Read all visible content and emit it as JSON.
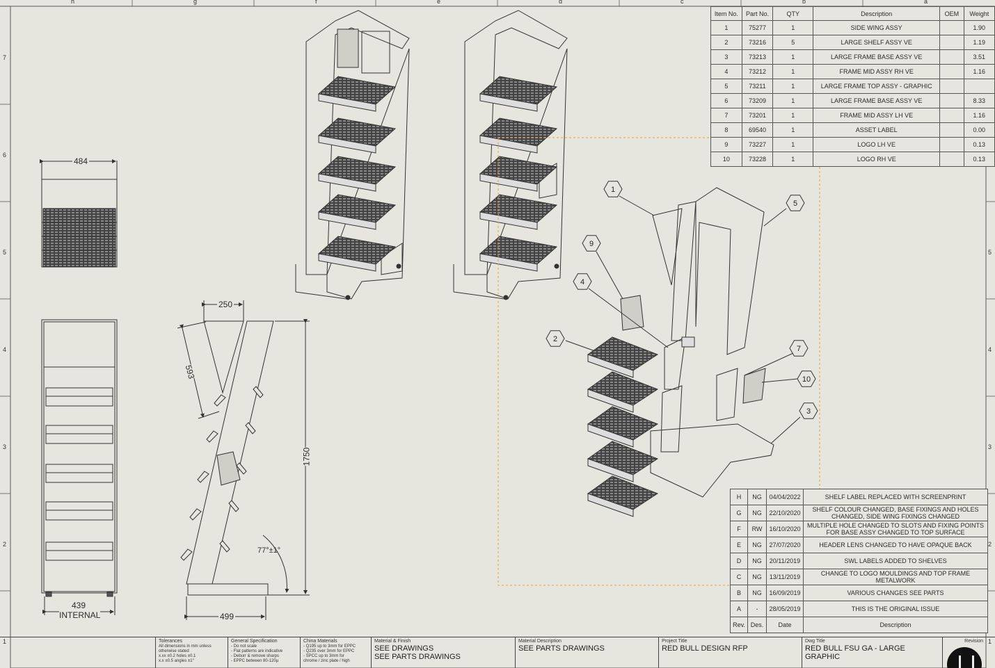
{
  "sheet": {
    "col_labels": [
      "h",
      "g",
      "f",
      "e",
      "d",
      "c",
      "b",
      "a"
    ],
    "row_labels": [
      "7",
      "6",
      "5",
      "4",
      "3",
      "2",
      "1"
    ]
  },
  "parts_table": {
    "headers": [
      "Item No.",
      "Part No.",
      "QTY",
      "Description",
      "OEM",
      "Weight"
    ],
    "rows": [
      [
        "1",
        "75277",
        "1",
        "SIDE WING ASSY",
        "",
        "1.90"
      ],
      [
        "2",
        "73216",
        "5",
        "LARGE SHELF ASSY VE",
        "",
        "1.19"
      ],
      [
        "3",
        "73213",
        "1",
        "LARGE FRAME BASE ASSY VE",
        "",
        "3.51"
      ],
      [
        "4",
        "73212",
        "1",
        "FRAME MID ASSY RH VE",
        "",
        "1.16"
      ],
      [
        "5",
        "73211",
        "1",
        "LARGE FRAME TOP ASSY - GRAPHIC",
        "",
        ""
      ],
      [
        "6",
        "73209",
        "1",
        "LARGE FRAME BASE ASSY VE",
        "",
        "8.33"
      ],
      [
        "7",
        "73201",
        "1",
        "FRAME MID ASSY LH VE",
        "",
        "1.16"
      ],
      [
        "8",
        "69540",
        "1",
        "ASSET LABEL",
        "",
        "0.00"
      ],
      [
        "9",
        "73227",
        "1",
        "LOGO LH VE",
        "",
        "0.13"
      ],
      [
        "10",
        "73228",
        "1",
        "LOGO RH VE",
        "",
        "0.13"
      ]
    ]
  },
  "revision_table": {
    "rows": [
      [
        "H",
        "NG",
        "04/04/2022",
        "SHELF LABEL REPLACED WITH SCREENPRINT"
      ],
      [
        "G",
        "NG",
        "22/10/2020",
        "SHELF COLOUR CHANGED, BASE FIXINGS AND HOLES CHANGED, SIDE WING FIXINGS CHANGED"
      ],
      [
        "F",
        "RW",
        "16/10/2020",
        "MULTIPLE HOLE CHANGED TO SLOTS AND FIXING POINTS FOR BASE ASSY CHANGED TO TOP SURFACE"
      ],
      [
        "E",
        "NG",
        "27/07/2020",
        "HEADER LENS CHANGED TO HAVE OPAQUE BACK"
      ],
      [
        "D",
        "NG",
        "20/11/2019",
        "SWL LABELS ADDED TO SHELVES"
      ],
      [
        "C",
        "NG",
        "13/11/2019",
        "CHANGE TO LOGO MOULDINGS AND TOP FRAME METALWORK"
      ],
      [
        "B",
        "NG",
        "16/09/2019",
        "VARIOUS CHANGES SEE PARTS"
      ],
      [
        "A",
        "-",
        "28/05/2019",
        "THIS IS THE ORIGINAL ISSUE"
      ]
    ],
    "headers": [
      "Rev.",
      "Des.",
      "Date",
      "Description"
    ]
  },
  "dimensions": {
    "top_width": "484",
    "front_internal": "439",
    "front_internal_label": "INTERNAL",
    "side_top": "250",
    "side_slope": "593",
    "side_height": "1750",
    "side_base": "499",
    "side_angle": "77°±1°"
  },
  "balloons": [
    "1",
    "2",
    "3",
    "4",
    "5",
    "7",
    "9",
    "10"
  ],
  "title_block": {
    "tolerances_cap": "Tolerances",
    "tolerances_lines": [
      "All dimensions in mm unless",
      "otherwise stated",
      "x.xx ±0.2   holes   ±0.1",
      "x.x ±0.5   angles  ±1°"
    ],
    "general_cap": "General Specification",
    "general_lines": [
      "- Do not scale",
      "- Flat patterns are indicative",
      "- Deburr & remove sharps",
      "- EPPC between 80-120µ"
    ],
    "china_cap": "China Materials",
    "china_lines": [
      "- Q195 up to 3mm for EPPC",
      "- Q235 over 3mm for EPPC",
      "- SPCC up to 3mm for",
      "  chrome / zinc plate / high"
    ],
    "finish_cap": "Material & Finish",
    "finish_lines": [
      "SEE DRAWINGS",
      "SEE PARTS DRAWINGS"
    ],
    "matdesc_cap": "Material Description",
    "matdesc_value": "SEE PARTS DRAWINGS",
    "project_cap": "Project Title",
    "project_value": "RED BULL DESIGN RFP",
    "dwg_cap": "Dwg Title",
    "dwg_value": "RED BULL FSU GA - LARGE GRAPHIC",
    "revision_cap": "Revision"
  }
}
